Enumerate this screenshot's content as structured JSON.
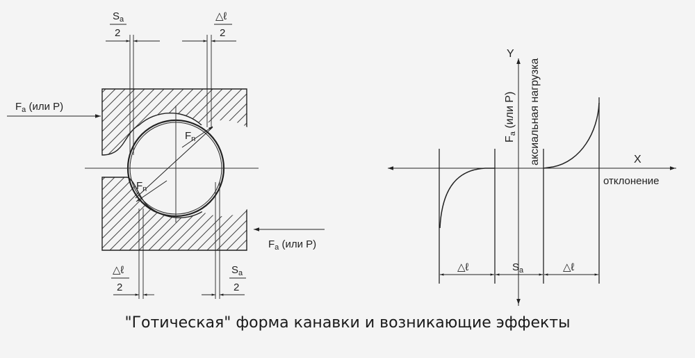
{
  "caption": "\"Готическая\" форма канавки и возникающие эффекты",
  "left": {
    "sa_num": "S",
    "sa_sub": "a",
    "two": "2",
    "dl_num": "△ℓ",
    "force_main": "F",
    "force_sub": "a",
    "force_rest": " (или P)",
    "fn_main": "F",
    "fn_sub": "n"
  },
  "right": {
    "y_label": "Y",
    "x_label": "X",
    "axial_load": "аксиальная нагрузка",
    "deviation": "отклонение",
    "fa_main": "F",
    "fa_sub": "a",
    "fa_rest": " (или P)",
    "dim_dl": "△ℓ",
    "dim_sa_main": "S",
    "dim_sa_sub": "a"
  }
}
